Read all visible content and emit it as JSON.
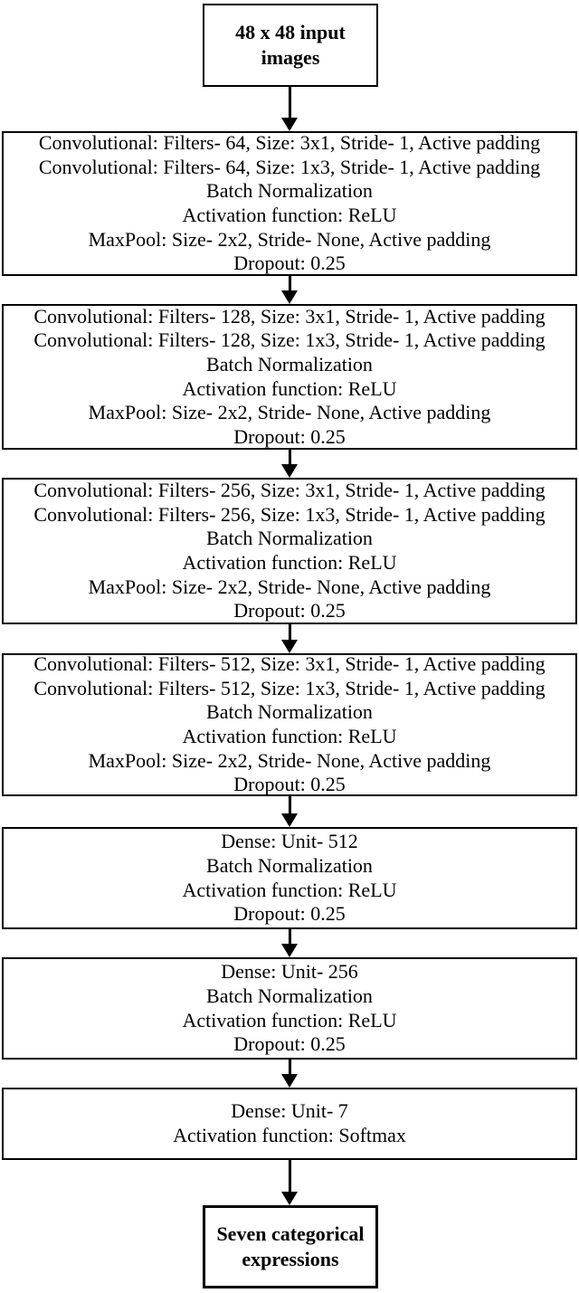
{
  "diagram": {
    "title": "CNN architecture flowchart",
    "colors": {
      "background": "#ffffff",
      "border": "#000000",
      "text": "#000000"
    },
    "input_box": {
      "lines": [
        "48 x 48 input",
        "images"
      ]
    },
    "blocks": [
      {
        "name": "conv-block-64",
        "lines": [
          "Convolutional: Filters- 64, Size: 3x1, Stride- 1, Active padding",
          "Convolutional: Filters- 64, Size: 1x3, Stride- 1, Active padding",
          "Batch Normalization",
          "Activation function: ReLU",
          "MaxPool: Size- 2x2, Stride- None, Active padding",
          "Dropout: 0.25"
        ]
      },
      {
        "name": "conv-block-128",
        "lines": [
          "Convolutional: Filters- 128, Size: 3x1, Stride- 1, Active padding",
          "Convolutional: Filters- 128, Size: 1x3, Stride- 1, Active padding",
          "Batch Normalization",
          "Activation function: ReLU",
          "MaxPool: Size- 2x2, Stride- None, Active padding",
          "Dropout: 0.25"
        ]
      },
      {
        "name": "conv-block-256",
        "lines": [
          "Convolutional: Filters- 256, Size: 3x1, Stride- 1, Active padding",
          "Convolutional: Filters- 256, Size: 1x3, Stride- 1, Active padding",
          "Batch Normalization",
          "Activation function: ReLU",
          "MaxPool: Size- 2x2, Stride- None, Active padding",
          "Dropout: 0.25"
        ]
      },
      {
        "name": "conv-block-512",
        "lines": [
          "Convolutional: Filters- 512, Size: 3x1, Stride- 1, Active padding",
          "Convolutional: Filters- 512, Size: 1x3, Stride- 1, Active padding",
          "Batch Normalization",
          "Activation function: ReLU",
          "MaxPool: Size- 2x2, Stride- None, Active padding",
          "Dropout: 0.25"
        ]
      },
      {
        "name": "dense-block-512",
        "lines": [
          "Dense: Unit- 512",
          "Batch Normalization",
          "Activation function: ReLU",
          "Dropout: 0.25"
        ]
      },
      {
        "name": "dense-block-256",
        "lines": [
          "Dense: Unit- 256",
          "Batch Normalization",
          "Activation function: ReLU",
          "Dropout: 0.25"
        ]
      },
      {
        "name": "dense-block-7",
        "lines": [
          "Dense: Unit- 7",
          "Activation function: Softmax"
        ]
      }
    ],
    "output_box": {
      "lines": [
        "Seven categorical",
        "expressions"
      ]
    }
  }
}
